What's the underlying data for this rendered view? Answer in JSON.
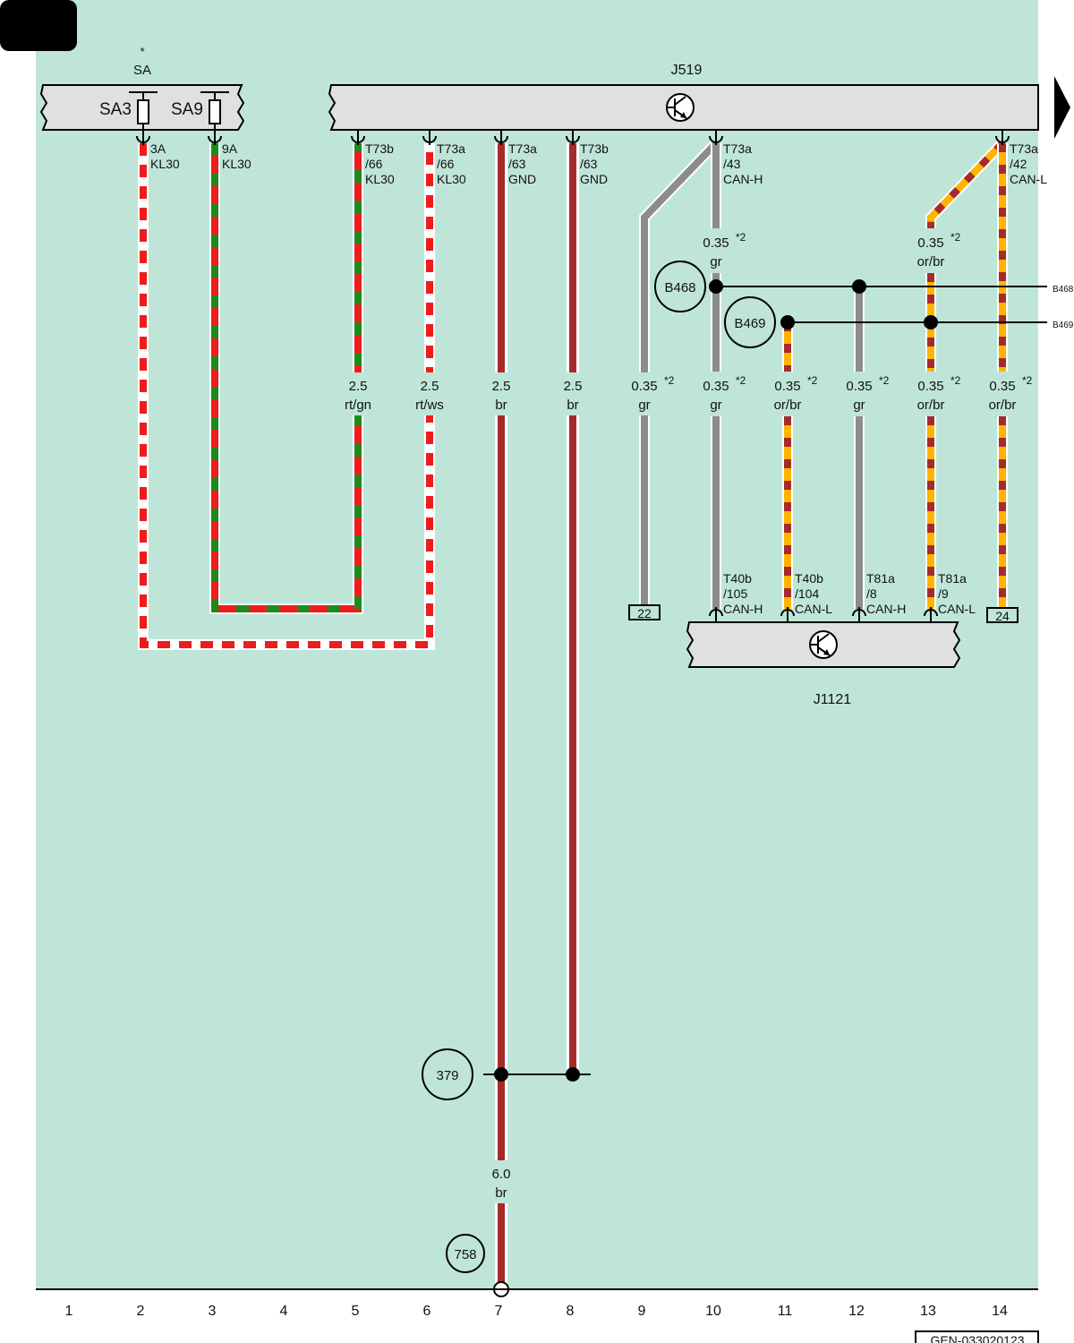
{
  "colors": {
    "background": "#bfe5d8",
    "brown": "#a52a2a",
    "red": "#ee1c1c",
    "green": "#1e8a1e",
    "white": "#ffffff",
    "grey": "#8c8c8c",
    "orange": "#ffb400",
    "component": "#e0e0e0"
  },
  "fuse_box": {
    "asterisk": "*",
    "name": "SA",
    "fuse1": "SA3",
    "fuse2": "SA9"
  },
  "module_j519": {
    "name": "J519"
  },
  "module_j1121": {
    "name": "J1121"
  },
  "pins": {
    "p2": {
      "line1": "3A",
      "line2": "KL30",
      "line3": ""
    },
    "p3": {
      "line1": "9A",
      "line2": "KL30",
      "line3": ""
    },
    "p5": {
      "line1": "T73b",
      "line2": "/66",
      "line3": "KL30"
    },
    "p6": {
      "line1": "T73a",
      "line2": "/66",
      "line3": "KL30"
    },
    "p7": {
      "line1": "T73a",
      "line2": "/63",
      "line3": "GND"
    },
    "p8": {
      "line1": "T73b",
      "line2": "/63",
      "line3": "GND"
    },
    "p10": {
      "line1": "T73a",
      "line2": "/43",
      "line3": "CAN-H"
    },
    "p14": {
      "line1": "T73a",
      "line2": "/42",
      "line3": "CAN-L"
    },
    "b10": {
      "line1": "T40b",
      "line2": "/105",
      "line3": "CAN-H"
    },
    "b11": {
      "line1": "T40b",
      "line2": "/104",
      "line3": "CAN-L"
    },
    "b12": {
      "line1": "T81a",
      "line2": "/8",
      "line3": "CAN-H"
    },
    "b13": {
      "line1": "T81a",
      "line2": "/9",
      "line3": "CAN-L"
    }
  },
  "wires": {
    "c5": {
      "size": "2.5",
      "color": "rt/gn",
      "note": ""
    },
    "c6": {
      "size": "2.5",
      "color": "rt/ws",
      "note": ""
    },
    "c7": {
      "size": "2.5",
      "color": "br",
      "note": ""
    },
    "c8": {
      "size": "2.5",
      "color": "br",
      "note": ""
    },
    "c9": {
      "size": "0.35",
      "color": "gr",
      "note": "*2"
    },
    "c10": {
      "size": "0.35",
      "color": "gr",
      "note": "*2"
    },
    "c11": {
      "size": "0.35",
      "color": "or/br",
      "note": "*2"
    },
    "c12": {
      "size": "0.35",
      "color": "gr",
      "note": "*2"
    },
    "c13": {
      "size": "0.35",
      "color": "or/br",
      "note": "*2"
    },
    "c14": {
      "size": "0.35",
      "color": "or/br",
      "note": "*2"
    },
    "top10": {
      "size": "0.35",
      "color": "gr",
      "note": "*2"
    },
    "top13": {
      "size": "0.35",
      "color": "or/br",
      "note": "*2"
    },
    "gnd": {
      "size": "6.0",
      "color": "br"
    }
  },
  "splices": {
    "b468": "B468",
    "b469": "B469",
    "s379": "379",
    "s758": "758",
    "b468_ref": "B468",
    "b469_ref": "B469"
  },
  "refs": {
    "r22": "22",
    "r24": "24"
  },
  "columns": [
    "1",
    "2",
    "3",
    "4",
    "5",
    "6",
    "7",
    "8",
    "9",
    "10",
    "11",
    "12",
    "13",
    "14"
  ],
  "figure_id": "GEN-033020123"
}
